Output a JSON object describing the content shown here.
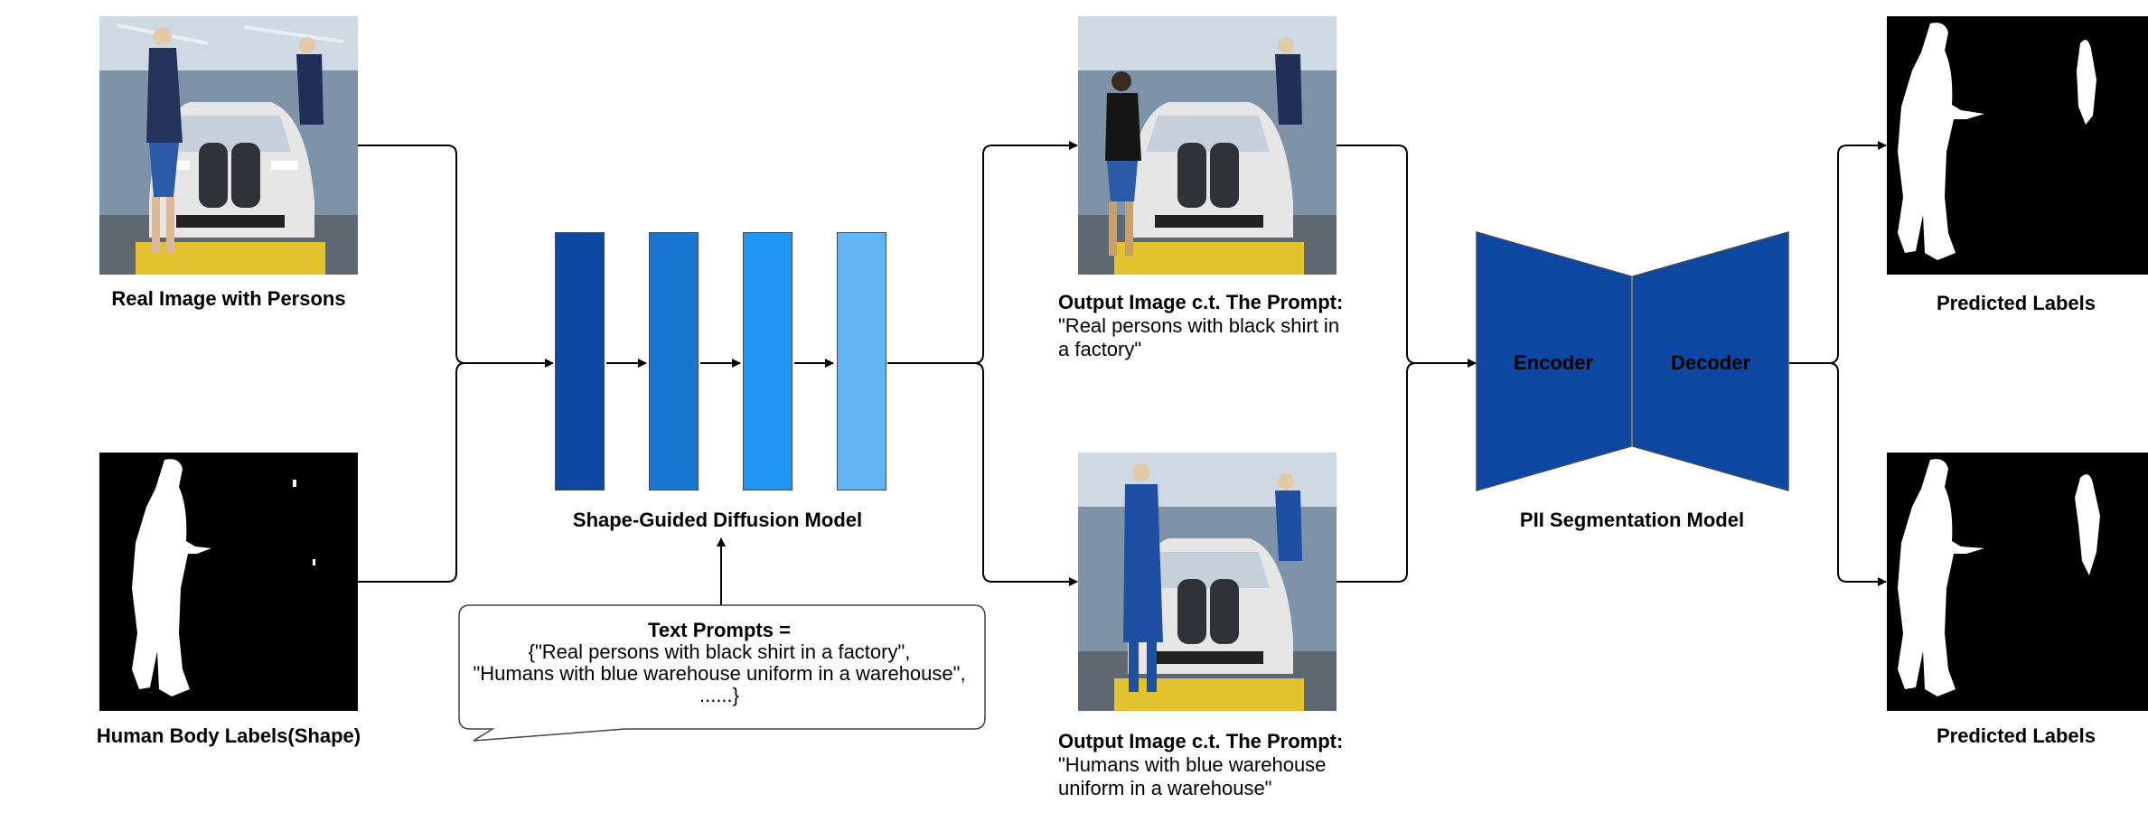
{
  "labels": {
    "real_image": "Real Image with Persons",
    "human_body": "Human Body Labels(Shape)",
    "diffusion_model": "Shape-Guided Diffusion Model",
    "output_top_title": "Output Image c.t. The Prompt:",
    "output_top_prompt_line1": "\"Real persons with black shirt in",
    "output_top_prompt_line2": "a factory\"",
    "output_bottom_title": "Output Image c.t. The Prompt:",
    "output_bottom_prompt_line1": "\"Humans with blue warehouse",
    "output_bottom_prompt_line2": "uniform in a warehouse\"",
    "encoder": "Encoder",
    "decoder": "Decoder",
    "segmentation_model": "PII Segmentation Model",
    "predicted_top": "Predicted Labels",
    "predicted_bottom": "Predicted Labels"
  },
  "text_prompts": {
    "title": "Text Prompts =",
    "line1": "{\"Real persons with black shirt in a factory\",",
    "line2": "\"Humans with blue warehouse uniform in a warehouse\",",
    "line3": "......}"
  },
  "colors": {
    "unet_block_1": "#0d47a1",
    "unet_block_2": "#1976d2",
    "unet_block_3": "#2196f3",
    "unet_block_4": "#64b5f6",
    "encoder_decoder": "#0d47a1",
    "arrow": "#000000"
  }
}
